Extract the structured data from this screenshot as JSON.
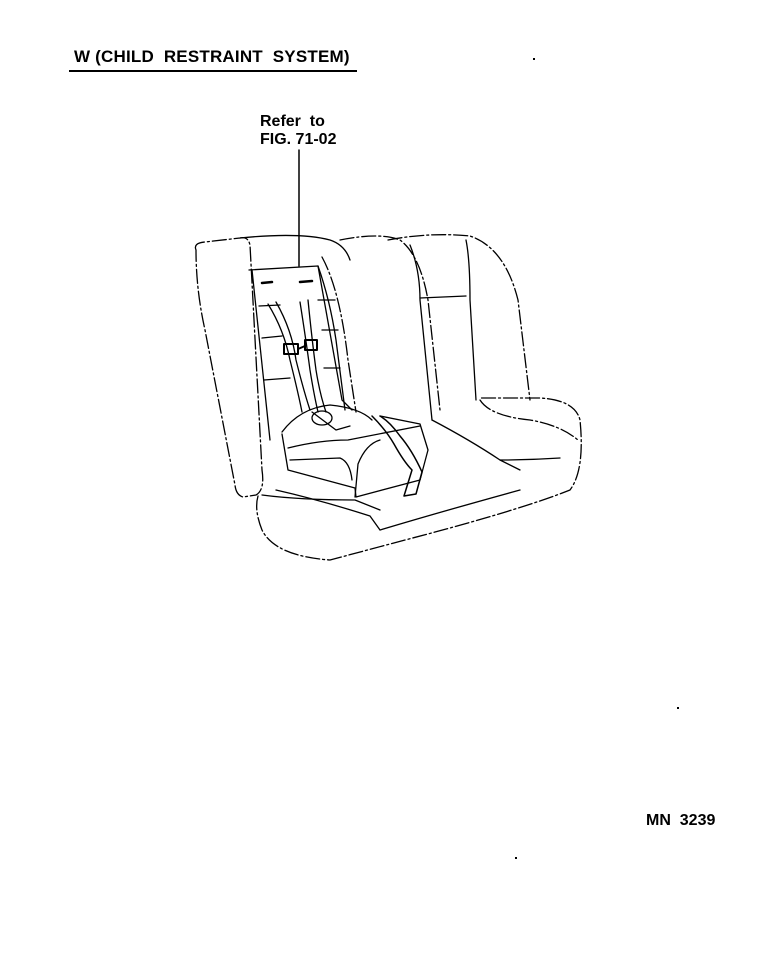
{
  "header": {
    "title": "W (CHILD  RESTRAINT  SYSTEM)"
  },
  "callout": {
    "line1": "Refer  to",
    "line2": "FIG. 71-02"
  },
  "figure": {
    "subject": "rear-seat-with-child-restraint",
    "line_color": "#000000",
    "background": "#ffffff"
  },
  "footer": {
    "figure_code": "MN  3239"
  }
}
